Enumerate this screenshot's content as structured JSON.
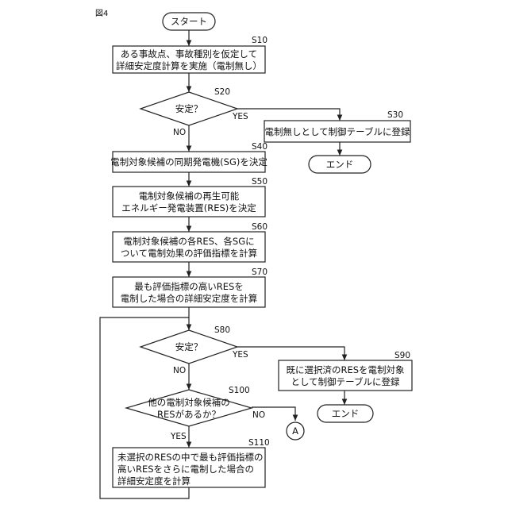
{
  "figure_label": "図4",
  "nodes": {
    "start": {
      "text": "スタート"
    },
    "s10": {
      "step": "S10",
      "lines": [
        "ある事故点、事故種別を仮定して",
        "詳細安定度計算を実施（電制無し）"
      ]
    },
    "s20": {
      "step": "S20",
      "lines": [
        "安定？"
      ],
      "yes": "YES",
      "no": "NO"
    },
    "s30": {
      "step": "S30",
      "lines": [
        "電制無しとして制御テーブルに登録"
      ]
    },
    "end1": {
      "text": "エンド"
    },
    "s40": {
      "step": "S40",
      "lines": [
        "電制対象候補の同期発電機(SG)を決定"
      ]
    },
    "s50": {
      "step": "S50",
      "lines": [
        "電制対象候補の再生可能",
        "エネルギー発電装置(RES)を決定"
      ]
    },
    "s60": {
      "step": "S60",
      "lines": [
        "電制対象候補の各RES、各SGに",
        "ついて電制効果の評価指標を計算"
      ]
    },
    "s70": {
      "step": "S70",
      "lines": [
        "最も評価指標の高いRESを",
        "電制した場合の詳細安定度を計算"
      ]
    },
    "s80": {
      "step": "S80",
      "lines": [
        "安定？"
      ],
      "yes": "YES",
      "no": "NO"
    },
    "s90": {
      "step": "S90",
      "lines": [
        "既に選択済のRESを電制対象",
        "として制御テーブルに登録"
      ]
    },
    "end2": {
      "text": "エンド"
    },
    "s100": {
      "step": "S100",
      "lines": [
        "他の電制対象候補の",
        "RESがあるか？"
      ],
      "yes": "YES",
      "no": "NO"
    },
    "connector_a": {
      "text": "A"
    },
    "s110": {
      "step": "S110",
      "lines": [
        "未選択のRESの中で最も評価指標の",
        "高いRESをさらに電制した場合の",
        "詳細安定度を計算"
      ]
    }
  }
}
